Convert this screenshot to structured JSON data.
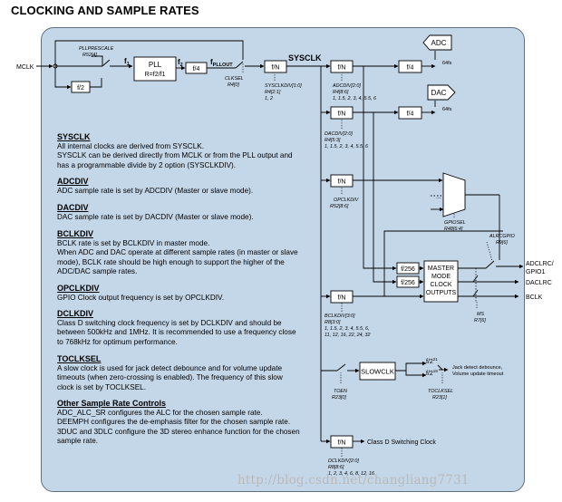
{
  "title": "CLOCKING AND SAMPLE RATES",
  "signals": {
    "mclk": "MCLK",
    "sysclk": "SYSCLK",
    "f1": "f",
    "f1_sub": "1",
    "f2": "f",
    "f2_sub": "2",
    "fpllout": "f",
    "fpllout_sub": "PLLOUT",
    "adclrc": "ADCLRC/",
    "gpio1": "GPIO1",
    "daclrc": "DACLRC",
    "bclk": "BCLK"
  },
  "blocks": {
    "pll_line1": "PLL",
    "pll_line2": "R=f2/f1",
    "div2": "f/2",
    "div4_pll": "f/4",
    "fn": "f/N",
    "div4": "f/4",
    "f256": "f/256",
    "mmco_lines": [
      "MASTER",
      "MODE",
      "CLOCK",
      "OUTPUTS"
    ],
    "slowclk": "SLOWCLK",
    "adc": "ADC",
    "dac": "DAC",
    "pow21": "f/2",
    "pow21_sup": "21",
    "pow19": "f/2",
    "pow19_sup": "19"
  },
  "labels": {
    "pllprescale": [
      "PLLPRESCALE",
      "R52[4]"
    ],
    "clksel": [
      "CLKSEL",
      "R4[0]"
    ],
    "sysclkdiv": [
      "SYSCLKDIV[1:0]",
      "R4[2:1]",
      "1, 2"
    ],
    "adcdiv": [
      "ADCDIV[2:0]",
      "R4[8:6]",
      "1, 1.5, 2, 3, 4, 5.5, 6"
    ],
    "dacdiv": [
      "DACDIV[2:0]",
      "R4[5:3]",
      "1, 1.5, 2, 3, 4, 5.5, 6"
    ],
    "opclkdiv": [
      "OPCLKDIV",
      "R52[8:6]"
    ],
    "gpiosel": [
      "GPIOSEL",
      "R48[6:4]"
    ],
    "alrcgpio": [
      "ALRCGPIO",
      "R9[6]"
    ],
    "ms": [
      "MS",
      "R7[6]"
    ],
    "bclkdiv": [
      "BCLKDIV[3:0]",
      "R8[3:0]",
      "1, 1.5, 2, 3, 4, 5.5, 6,",
      "11, 12, 16, 22, 24, 32"
    ],
    "toen": [
      "TOEN",
      "R23[0]"
    ],
    "toclksel": [
      "TOCLKSEL",
      "R23[1]"
    ],
    "dclkdiv": [
      "DCLKDIV[2:0]",
      "R8[8:6]",
      "1, 2, 3, 4, 6, 8, 12, 16"
    ],
    "rate_64fs_a": "64fs",
    "rate_64fs_b": "64fs",
    "jack": [
      "Jack detect debounce,",
      "Volume update timeout"
    ],
    "classd": "Class D Switching Clock"
  },
  "descriptions": [
    {
      "heading": "SYSCLK",
      "lines": [
        "All internal clocks are derived from SYSCLK.",
        "SYSCLK can be derived directly from MCLK or from the PLL output and",
        "has a programmable divide by 2 option (SYSCLKDIV)."
      ]
    },
    {
      "heading": "ADCDIV",
      "lines": [
        "ADC sample rate is set by ADCDIV (Master or slave mode)."
      ]
    },
    {
      "heading": "DACDIV",
      "lines": [
        "DAC sample rate is set by DACDIV (Master or slave mode)."
      ]
    },
    {
      "heading": "BCLKDIV",
      "lines": [
        "BCLK rate is set by BCLKDIV in master mode.",
        "When ADC and DAC operate at different sample rates (in master or slave",
        "mode), BCLK rate should be high enough to support the higher of the",
        "ADC/DAC sample rates."
      ]
    },
    {
      "heading": "OPCLKDIV",
      "lines": [
        "GPIO Clock output frequency is set by OPCLKDIV."
      ]
    },
    {
      "heading": "DCLKDIV",
      "lines": [
        "Class D switching clock frequency is set by DCLKDIV and should be",
        "between 500kHz and 1MHz. It is recommended to use a frequency close",
        "to 768kHz for optimum performance."
      ]
    },
    {
      "heading": "TOCLKSEL",
      "lines": [
        "A slow clock is used for jack detect debounce and for volume update",
        "timeouts (when zero-crossing is enabled). The frequency of this slow",
        "clock is set by TOCLKSEL."
      ]
    },
    {
      "heading": "Other Sample Rate Controls",
      "lines": [
        "ADC_ALC_SR configures the ALC for the chosen sample rate.",
        "DEEMPH configures the de-emphasis filter for the chosen sample rate.",
        "3DUC and 3DLC configure the 3D stereo enhance function for the chosen",
        "sample rate."
      ]
    }
  ],
  "watermark": "http://blog.csdn.net/changliang7731",
  "colors": {
    "panel": "#c4d7e9",
    "border": "#5f6f80",
    "line": "#000000"
  }
}
